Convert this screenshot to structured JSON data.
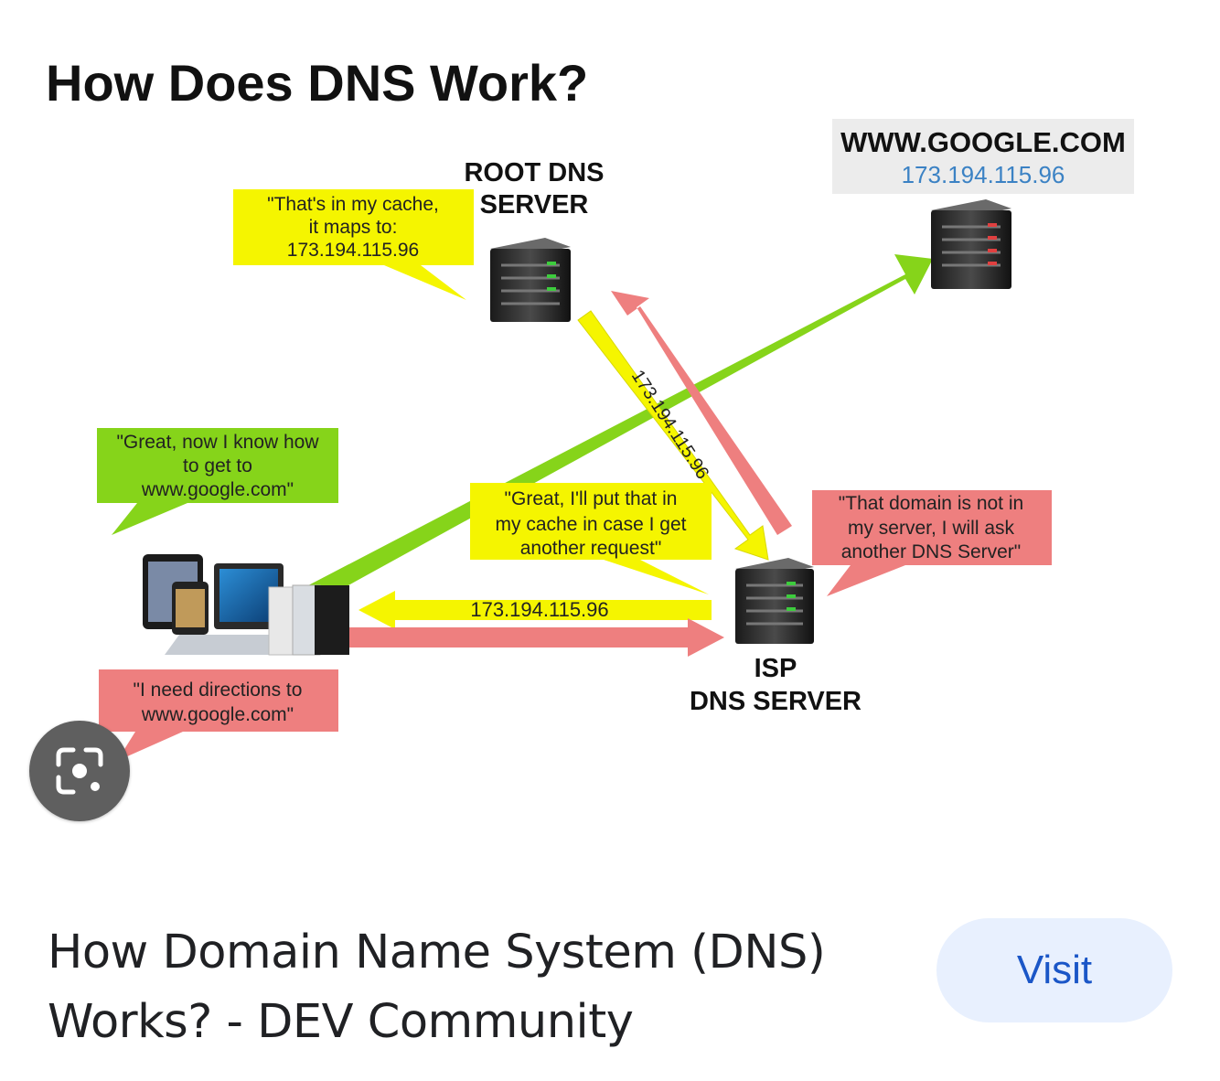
{
  "image": {
    "title": "How Does DNS Work?",
    "root_server": {
      "line1": "ROOT DNS",
      "line2": "SERVER"
    },
    "google_box": {
      "domain": "WWW.GOOGLE.COM",
      "ip": "173.194.115.96"
    },
    "isp_server": {
      "line1": "ISP",
      "line2": "DNS SERVER"
    },
    "bubbles": {
      "root_cache": [
        "\"That's in my cache,",
        "it maps to:",
        "173.194.115.96"
      ],
      "client_great": [
        "\"Great, now I know how",
        "to get to",
        "www.google.com\""
      ],
      "isp_cache": [
        "\"Great, I'll put that in",
        "my cache in case I get",
        "another request\""
      ],
      "isp_not_in": [
        "\"That domain is not in",
        "my server, I will ask",
        "another DNS Server\""
      ],
      "client_need": [
        "\"I need directions to",
        "www.google.com\""
      ]
    },
    "arrow_labels": {
      "root_to_isp": "173.194.115.96",
      "isp_to_client": "173.194.115.96"
    },
    "colors": {
      "yellow": "#f5f500",
      "green": "#86d41a",
      "red": "#ee7f7f",
      "ip_blue": "#3b82c4"
    }
  },
  "lens": {
    "icon": "google-lens-icon"
  },
  "result": {
    "title": "How Domain Name System (DNS) Works? - DEV Community",
    "visit_label": "Visit"
  }
}
